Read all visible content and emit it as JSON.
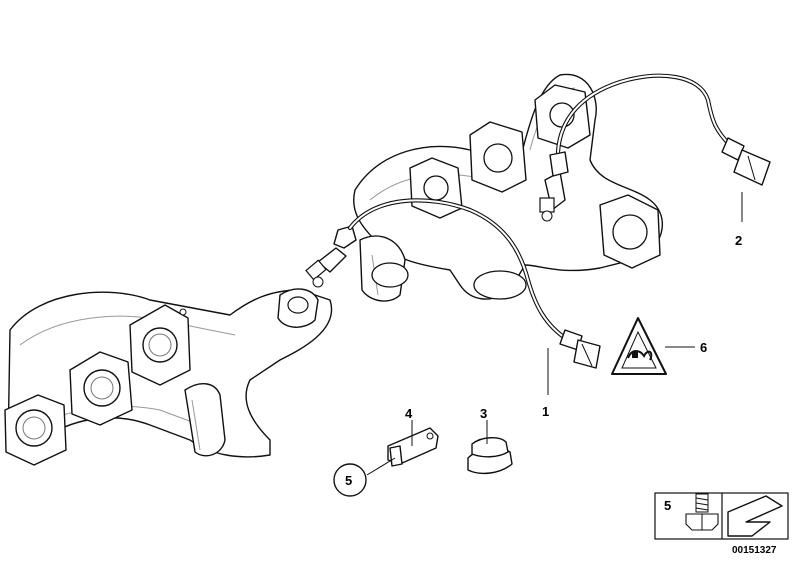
{
  "diagram": {
    "callouts": [
      {
        "id": "part-1",
        "label": "1"
      },
      {
        "id": "part-2",
        "label": "2"
      },
      {
        "id": "part-3",
        "label": "3"
      },
      {
        "id": "part-4",
        "label": "4"
      },
      {
        "id": "part-5",
        "label": "5"
      },
      {
        "id": "part-6",
        "label": "6"
      }
    ],
    "legend_box": {
      "label": "5"
    },
    "doc_number": "00151327"
  },
  "colors": {
    "line": "#111111",
    "background": "#ffffff",
    "shading": "#999999"
  }
}
